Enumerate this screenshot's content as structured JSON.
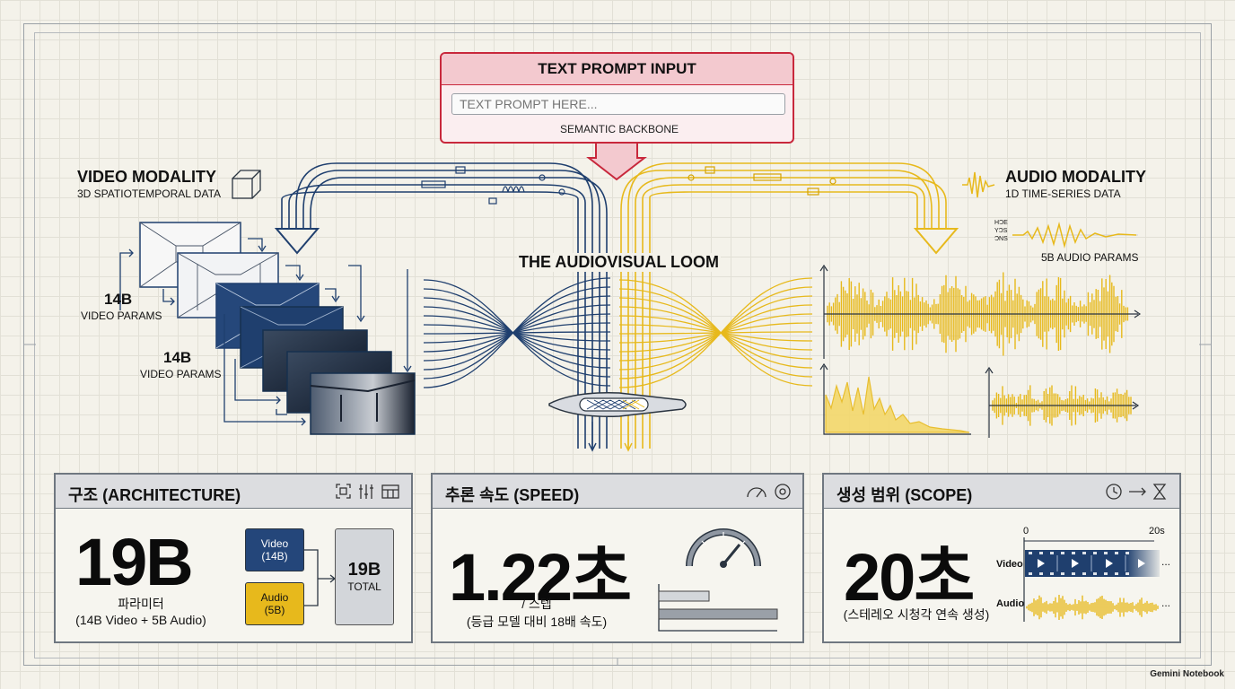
{
  "prompt": {
    "title": "TEXT PROMPT INPUT",
    "placeholder": "TEXT PROMPT HERE...",
    "backbone": "SEMANTIC BACKBONE"
  },
  "video": {
    "title": "VIDEO MODALITY",
    "subtitle": "3D SPATIOTEMPORAL DATA",
    "params_a_value": "14B",
    "params_a_label": "VIDEO PARAMS",
    "params_b_value": "14B",
    "params_b_label": "VIDEO PARAMS"
  },
  "audio": {
    "title": "AUDIO MODALITY",
    "subtitle": "1D TIME-SERIES DATA",
    "params": "5B AUDIO PARAMS",
    "mini_labels": [
      "HƆE",
      "YƆS",
      "ƆNS"
    ]
  },
  "loom_title": "THE AUDIOVISUAL LOOM",
  "panels": {
    "architecture": {
      "title": "구조 (ARCHITECTURE)",
      "value": "19B",
      "caption1": "파라미터",
      "caption2": "(14B Video + 5B Audio)",
      "video_chip": [
        "Video",
        "(14B)"
      ],
      "audio_chip": [
        "Audio",
        "(5B)"
      ],
      "total_value": "19B",
      "total_label": "TOTAL"
    },
    "speed": {
      "title": "추론 속도 (SPEED)",
      "value": "1.22초",
      "caption1": "/ 스텝",
      "caption2": "(등급 모델 대비 18배 속도)"
    },
    "scope": {
      "title": "생성 범위 (SCOPE)",
      "value": "20초",
      "caption": "(스테레오 시청각 연속 생성)",
      "axis_start": "0",
      "axis_end": "20s",
      "row_video": "Video",
      "row_audio": "Audio",
      "ellipsis": "..."
    }
  },
  "watermark": "Gemini Notebook",
  "colors": {
    "navy": "#1f3f6e",
    "gold": "#e7b91c",
    "red": "#c8283c",
    "panel_head": "#dcdde0"
  }
}
